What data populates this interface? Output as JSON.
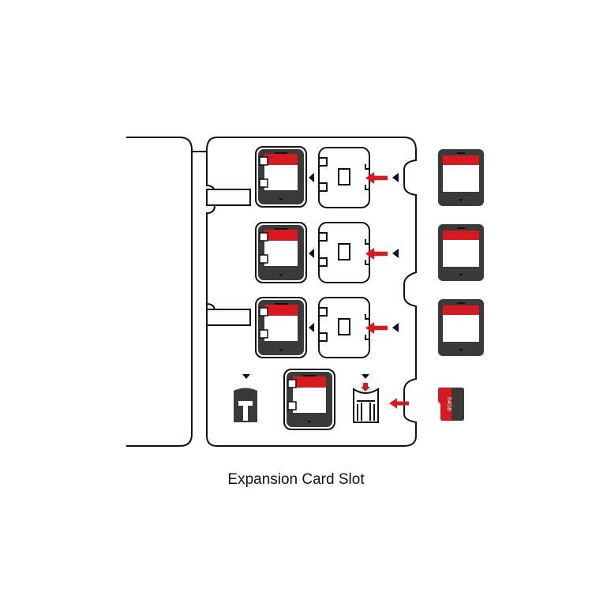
{
  "caption": "Expansion Card Slot",
  "microsd_label": "64GB",
  "colors": {
    "accent_red": "#d71920",
    "dark_gray": "#3a3a3a",
    "outline": "#111111"
  },
  "rows": [
    {
      "slot": "sd-slot-1"
    },
    {
      "slot": "sd-slot-2"
    },
    {
      "slot": "sd-slot-3"
    }
  ]
}
